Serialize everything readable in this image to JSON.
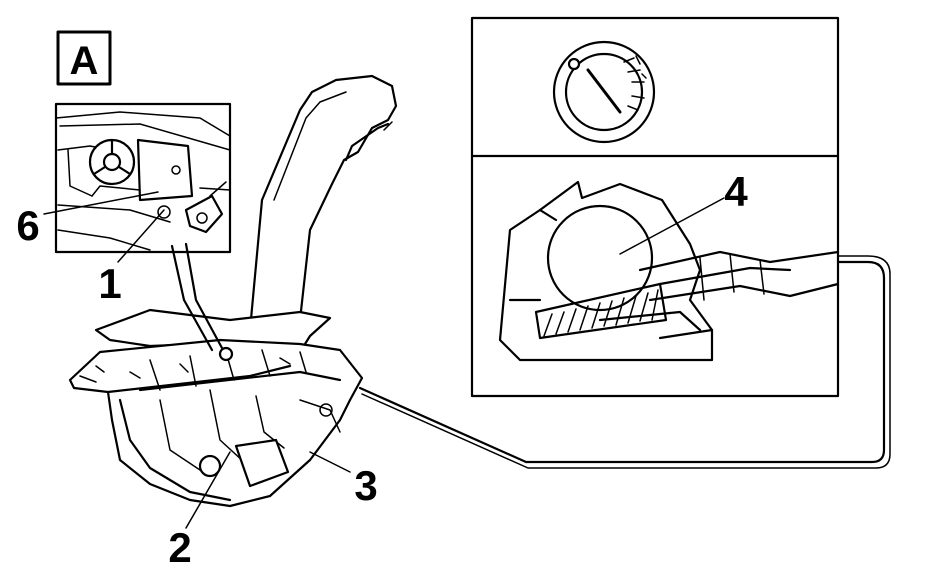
{
  "panel_label": "A",
  "callouts": {
    "c1": "1",
    "c2": "2",
    "c3": "3",
    "c4": "4",
    "c6": "6"
  }
}
